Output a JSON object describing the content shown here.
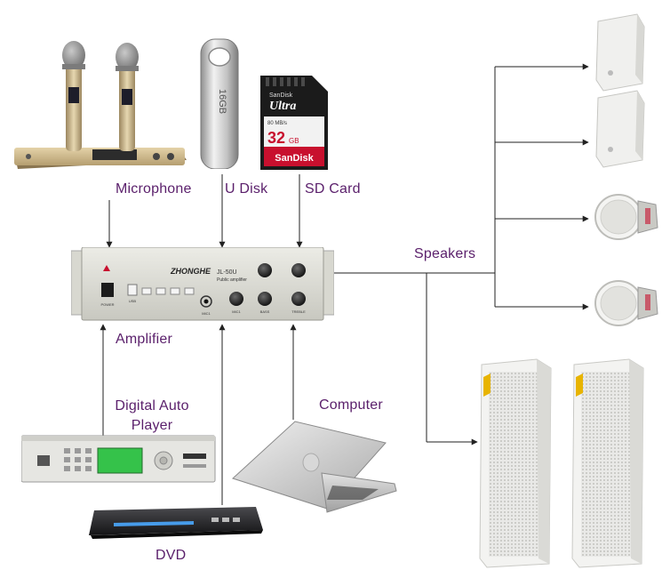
{
  "labels": {
    "microphone": "Microphone",
    "u_disk": "U Disk",
    "sd_card": "SD Card",
    "speakers": "Speakers",
    "amplifier": "Amplifier",
    "digital_auto_player": "Digital Auto\nPlayer",
    "computer": "Computer",
    "dvd": "DVD"
  },
  "device_text": {
    "sd_brand": "SanDisk",
    "sd_product": "Ultra",
    "sd_capacity": "32",
    "sd_unit": "GB",
    "sd_speed": "80 MB/s",
    "usb_capacity": "16GB",
    "amp_brand": "ZHONGHE",
    "amp_model": "JL-50U",
    "amp_desc": "Public amplifier",
    "amp_power": "POWER",
    "amp_usb": "USB",
    "amp_mic1": "MIC1",
    "amp_mic1_knob": "MIC1",
    "amp_bass": "BASS",
    "amp_treble": "TREBLE"
  },
  "colors": {
    "label_text": "#5a1f6b",
    "connector": "#222222",
    "amp_body": "#dcdcd6",
    "sd_red": "#c8102e",
    "lcd_green": "#35c24a"
  }
}
